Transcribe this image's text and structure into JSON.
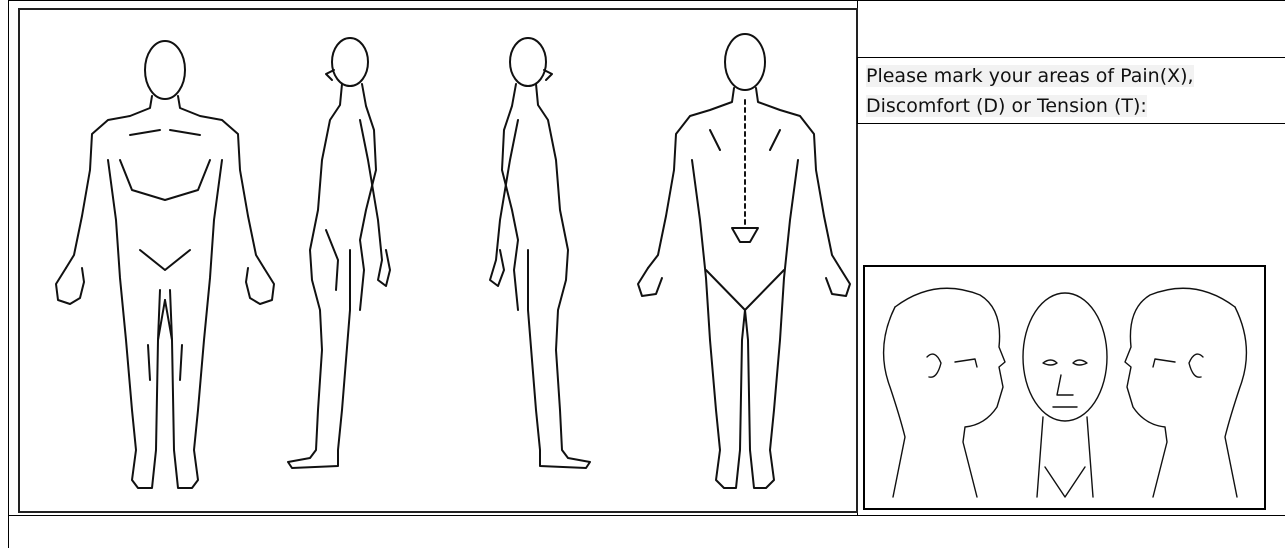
{
  "instructions": {
    "line1": "Please mark your areas of Pain(X),",
    "line2": "Discomfort (D) or Tension (T):"
  },
  "figures": {
    "body_views": [
      "front-view",
      "left-side-view",
      "right-side-view",
      "back-view"
    ],
    "head_views": [
      "head-left-profile",
      "head-front",
      "head-right-profile"
    ]
  }
}
